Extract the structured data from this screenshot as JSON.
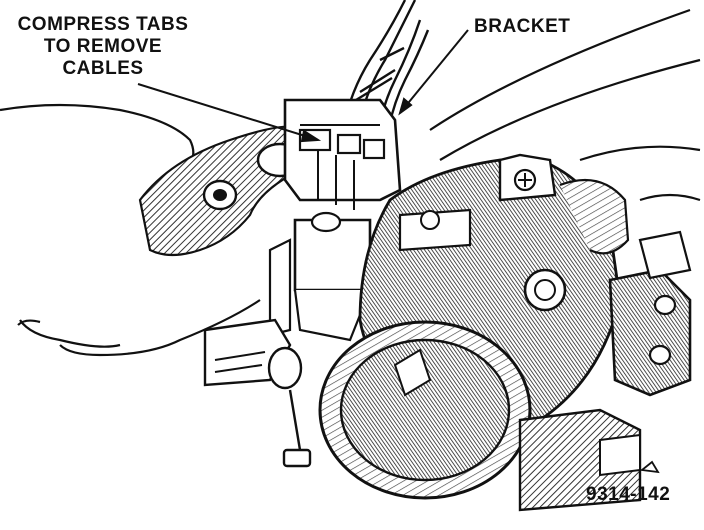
{
  "labels": {
    "compress_tabs": [
      "COMPRESS TABS",
      "TO REMOVE",
      "CABLES"
    ],
    "bracket": "BRACKET",
    "figure_number": "9314-142"
  },
  "colors": {
    "ink": "#111111",
    "paper": "#ffffff",
    "shade": "#555555"
  }
}
